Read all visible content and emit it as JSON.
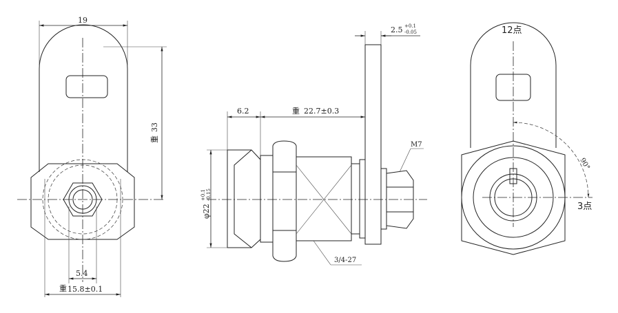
{
  "dimensions": {
    "width_19": "19",
    "height_33": "33",
    "height_33_mark": "重",
    "width_5_4": "5.4",
    "width_15_8": "15.8±0.1",
    "width_15_8_mark": "重",
    "depth_6_2": "6.2",
    "length_22_7": "22.7±0.3",
    "length_22_7_mark": "重",
    "thickness_2_5": "2.5",
    "thickness_2_5_tol_upper": "+0.1",
    "thickness_2_5_tol_lower": "-0.05",
    "diameter_22": "φ22",
    "diameter_22_tol_upper": "+0.1",
    "diameter_22_tol_lower": "-0.15"
  },
  "labels": {
    "nut_thread": "M7",
    "body_thread": "3/4-27",
    "position_12": "12点",
    "position_3": "3点",
    "rotation_angle": "90°"
  }
}
